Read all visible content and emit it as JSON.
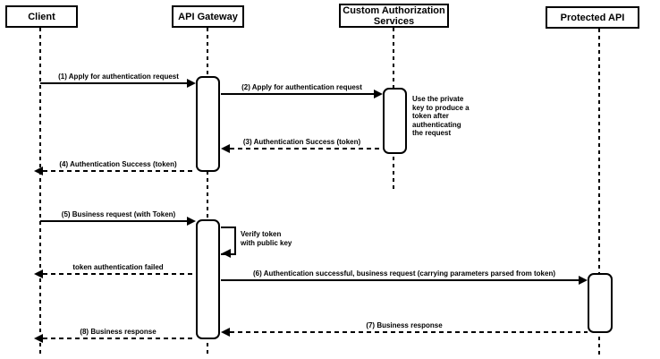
{
  "diagram_type": "sequence-diagram",
  "actors": [
    {
      "id": "client",
      "label": "Client"
    },
    {
      "id": "api-gateway",
      "label": "API Gateway"
    },
    {
      "id": "custom-auth",
      "label": "Custom Authorization\nServices"
    },
    {
      "id": "protected-api",
      "label": "Protected API"
    }
  ],
  "messages": [
    {
      "label": "(1) Apply for authentication request",
      "from": "Client",
      "to": "API Gateway",
      "line": "solid"
    },
    {
      "label": "(2) Apply for authentication request",
      "from": "API Gateway",
      "to": "Custom Authorization Services",
      "line": "solid"
    },
    {
      "label": "(3) Authentication Success (token)",
      "from": "Custom Authorization Services",
      "to": "API Gateway",
      "line": "dashed"
    },
    {
      "label": "(4) Authentication Success (token)",
      "from": "API Gateway",
      "to": "Client",
      "line": "dashed"
    },
    {
      "label": "(5) Business request (with Token)",
      "from": "Client",
      "to": "API Gateway",
      "line": "solid"
    },
    {
      "label": "token authentication failed",
      "from": "API Gateway",
      "to": "Client",
      "line": "dashed"
    },
    {
      "label": "(6) Authentication successful, business request (carrying parameters parsed from token)",
      "from": "API Gateway",
      "to": "Protected API",
      "line": "solid"
    },
    {
      "label": "(7) Business response",
      "from": "Protected API",
      "to": "API Gateway",
      "line": "dashed"
    },
    {
      "label": "(8) Business response",
      "from": "API Gateway",
      "to": "Client",
      "line": "dashed"
    }
  ],
  "self_message": {
    "label": "Verify token\nwith public key",
    "actor": "API Gateway"
  },
  "notes": [
    {
      "text": "Use the private\nkey to produce a\ntoken after\nauthenticating\nthe request",
      "attached_to": "Custom Authorization Services"
    }
  ],
  "colors": {
    "line": "#000000",
    "fill": "#ffffff",
    "text": "#000000",
    "background": "#ffffff"
  }
}
